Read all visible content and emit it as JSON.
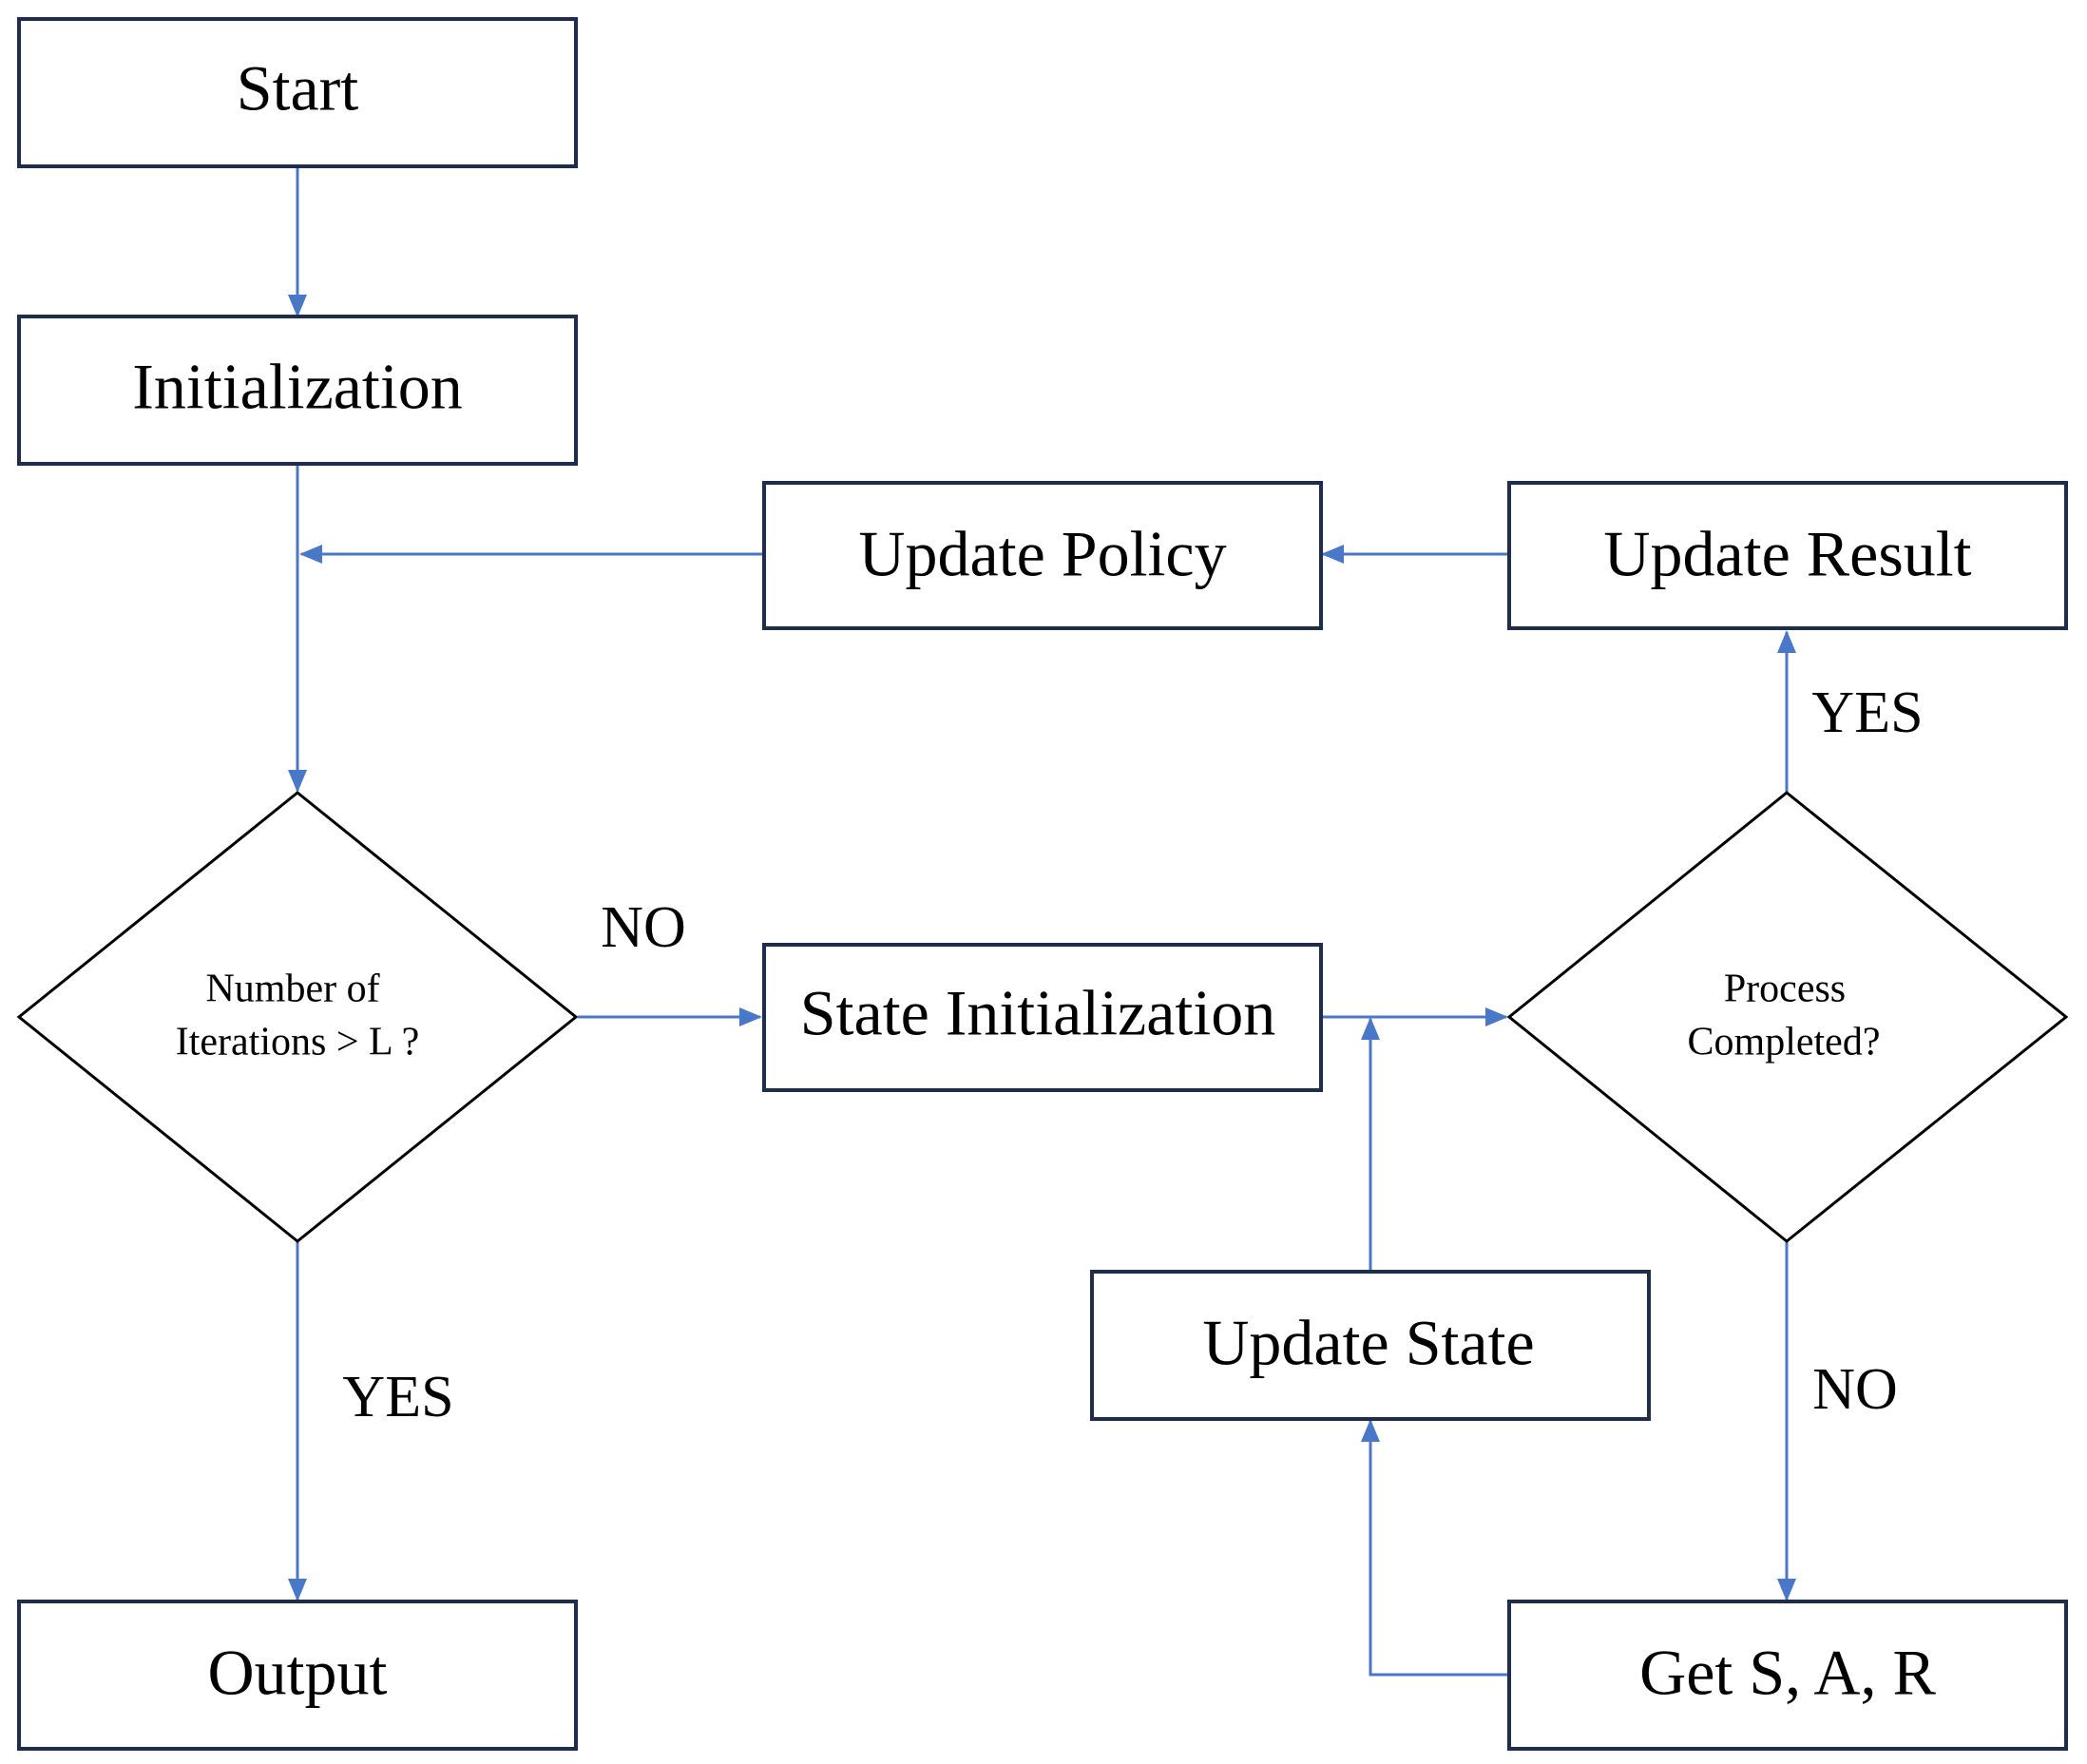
{
  "nodes": {
    "start": "Start",
    "initialization": "Initialization",
    "decision_iterations": [
      "Number of",
      "Iterations > L ?"
    ],
    "output": "Output",
    "state_initialization": "State Initialization",
    "decision_process": [
      "Process",
      "Completed?"
    ],
    "update_result": "Update Result",
    "update_policy": "Update Policy",
    "update_state": "Update State",
    "get_sar": "Get S, A, R"
  },
  "edge_labels": {
    "iterations_no": "NO",
    "iterations_yes": "YES",
    "process_yes": "YES",
    "process_no": "NO"
  },
  "colors": {
    "box_border": "#1f2d4d",
    "diamond_border": "#000000",
    "arrow": "#4a78c8"
  }
}
